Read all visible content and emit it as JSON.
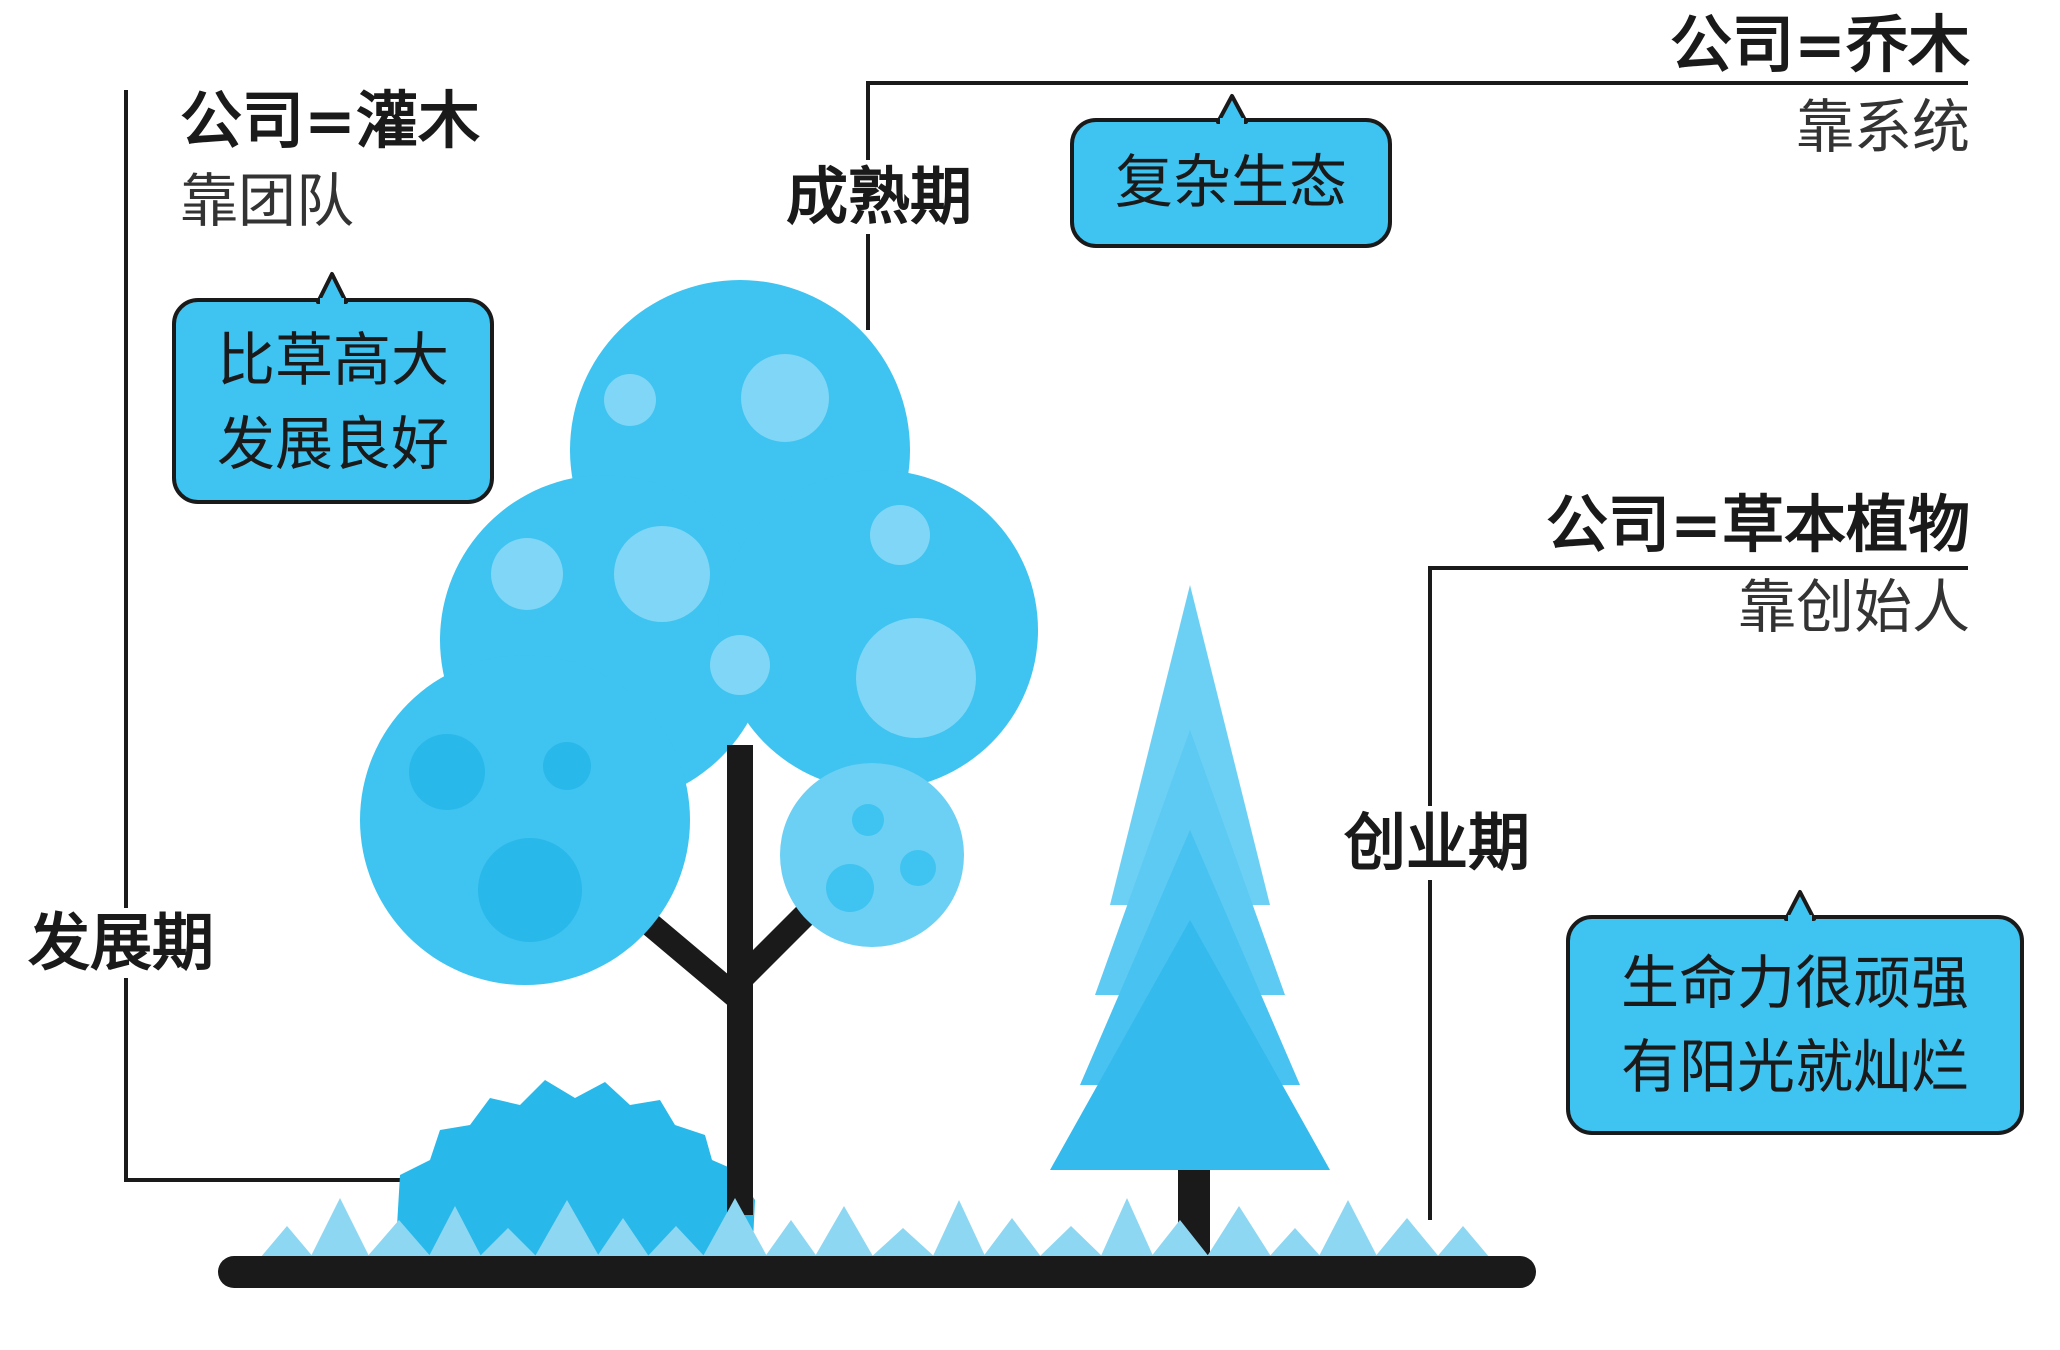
{
  "shrub": {
    "title": "公司=灌木",
    "subtitle": "靠团队",
    "stage": "发展期",
    "callout": [
      "比草高大",
      "发展良好"
    ]
  },
  "tree": {
    "title": "公司=乔木",
    "subtitle": "靠系统",
    "stage": "成熟期",
    "callout": [
      "复杂生态"
    ]
  },
  "herb": {
    "title": "公司=草本植物",
    "subtitle": "靠创始人",
    "stage": "创业期",
    "callout": [
      "生命力很顽强",
      "有阳光就灿烂"
    ]
  },
  "colors": {
    "foliage": "#3fc3f0",
    "foliage_dark": "#29b8ea",
    "foliage_light": "#6ccff4",
    "spot": "#7fd6f6",
    "grass": "#8dd7f2",
    "trunk": "#1a1a1a",
    "ink": "#1a1a1a"
  },
  "icons": [
    "tree-icon",
    "pine-tree-icon",
    "bush-icon",
    "grass-icon"
  ]
}
